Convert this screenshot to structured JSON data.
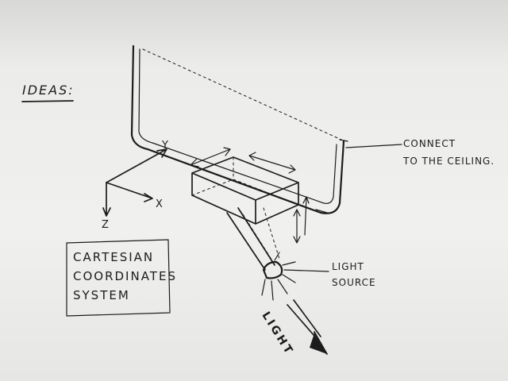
{
  "title": "IDEAS:",
  "labels": {
    "connect": [
      "CONNECT",
      "TO THE CEILING."
    ],
    "light_source": [
      "LIGHT",
      "SOURCE"
    ],
    "light": "LIGHT",
    "axis_x": "X",
    "axis_y": "Y",
    "axis_z": "Z"
  },
  "cartesian_box": [
    "CARTESIAN",
    "COORDINATES",
    "SYSTEM"
  ]
}
